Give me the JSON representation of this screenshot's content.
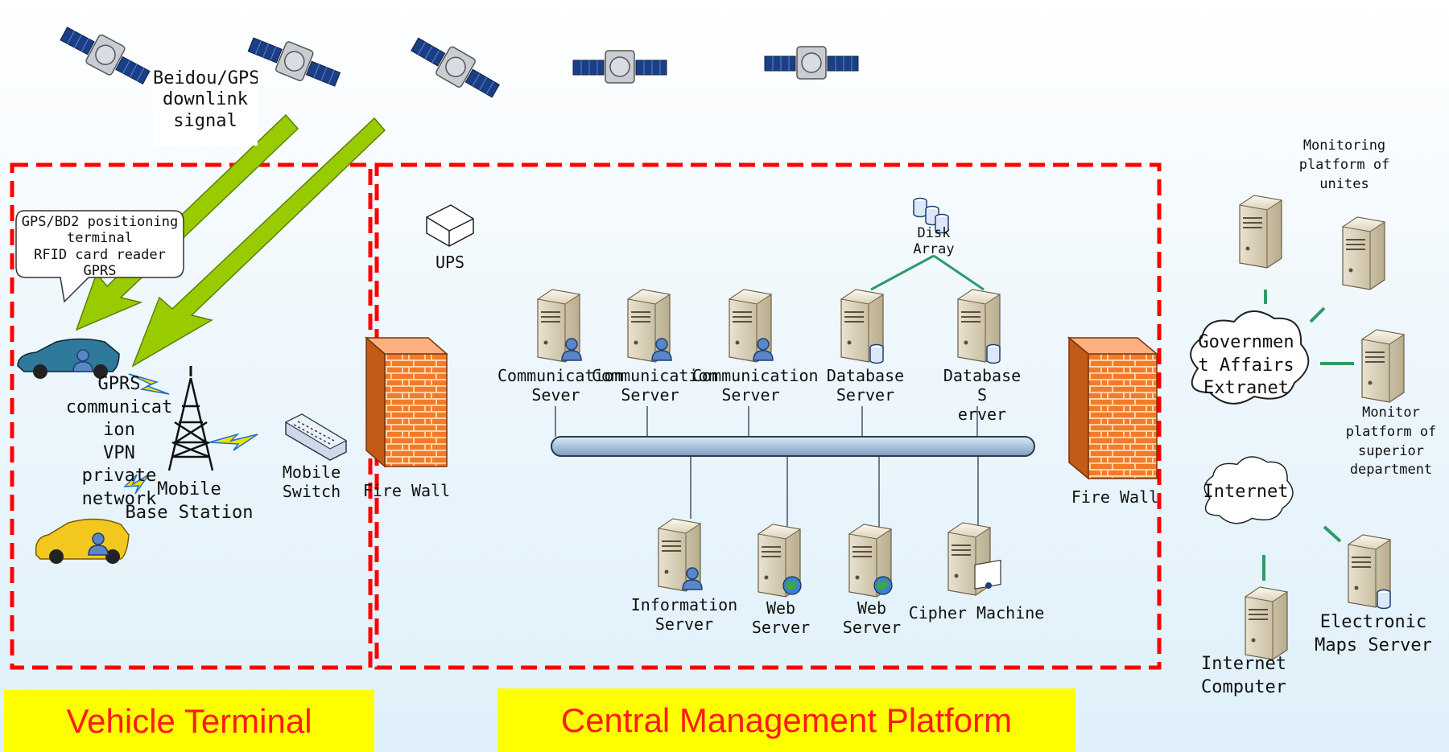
{
  "zones": {
    "vehicle_terminal": "Vehicle Terminal",
    "central_platform": "Central Management Platform"
  },
  "signal": {
    "label": "Beidou/GPS\ndownlink\nsignal"
  },
  "callout": {
    "text": "GPS/BD2 positioning\nterminal\nRFID card reader\nGPRS"
  },
  "vehicle": {
    "gprs_label": "GPRS\ncommunicat\nion\nVPN\nprivate\nnetwork",
    "base_station": "Mobile\nBase Station",
    "mobile_switch": "Mobile Switch"
  },
  "central": {
    "ups": "UPS",
    "disk_array": "Disk\nArray",
    "firewall_left": "Fire Wall",
    "firewall_right": "Fire Wall",
    "top_servers": [
      "Communication\nSever",
      "Communication\nServer",
      "Communication\nServer",
      "Database\nServer",
      "Database S\nerver"
    ],
    "bottom_servers": [
      "Information\nServer",
      "Web\nServer",
      "Web\nServer",
      "Cipher Machine"
    ]
  },
  "external": {
    "monitoring_units": "Monitoring\nplatform of\nunites",
    "gov_extranet": "Governmen\nt Affairs\nExtranet",
    "monitor_superior": "Monitor\nplatform of\nsuperior\ndepartment",
    "internet": "Internet",
    "internet_computer": "Internet\nComputer",
    "maps_server": "Electronic\nMaps Server"
  },
  "colors": {
    "dash_border": "#ff0000",
    "arrow": "#99cc00",
    "zone_bg": "#ffff00",
    "zone_text": "#ff1a1a",
    "bus": "#a9c4dc",
    "green_link": "#2e9b6a",
    "firewall": "#f47a2a"
  }
}
